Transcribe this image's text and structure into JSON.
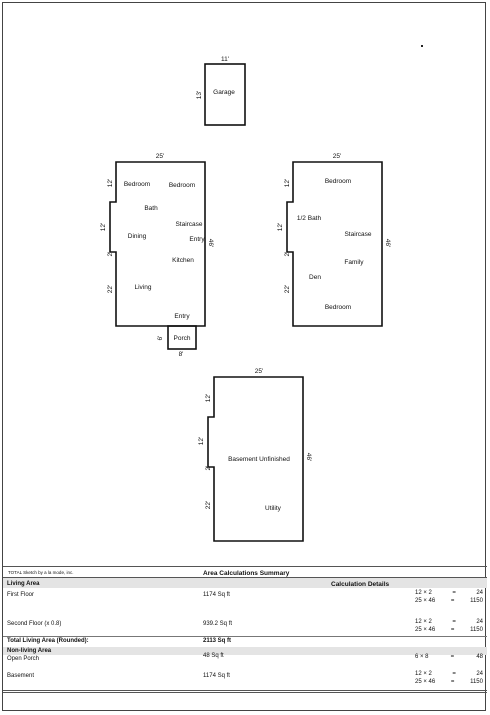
{
  "plan": {
    "garage": {
      "label": "Garage",
      "width_label": "11'",
      "depth_label": "13'"
    },
    "first_floor": {
      "top_dim": "25'",
      "left_dims": [
        "12'",
        "12'",
        "2'",
        "22'"
      ],
      "right_dim": "46'",
      "rooms": [
        "Bedroom",
        "Bedroom",
        "Bath",
        "Staircase",
        "Entry",
        "Dining",
        "Kitchen",
        "Living",
        "Entry"
      ],
      "porch": {
        "label": "Porch",
        "side_dim": "6'",
        "bottom_dim": "8'"
      }
    },
    "second_floor": {
      "top_dim": "25'",
      "left_dims": [
        "12'",
        "12'",
        "2'",
        "22'"
      ],
      "right_dim": "46'",
      "rooms": [
        "Bedroom",
        "1/2 Bath",
        "Staircase",
        "Family",
        "Den",
        "Bedroom"
      ]
    },
    "basement": {
      "top_dim": "25'",
      "left_dims": [
        "12'",
        "12'",
        "2'",
        "22'"
      ],
      "right_dim": "46'",
      "rooms": [
        "Basement Unfinished",
        "Utility"
      ]
    }
  },
  "summary": {
    "software_note": "TOTAL Sketch by a la mode, inc.",
    "title": "Area Calculations Summary",
    "living_area_header": "Living Area",
    "calc_header": "Calculation Details",
    "rows": [
      {
        "label": "First Floor",
        "area": "1174 Sq ft",
        "calc": [
          [
            "12 × 2",
            "=",
            "24"
          ],
          [
            "25 × 46",
            "=",
            "1150"
          ]
        ]
      },
      {
        "label": "Second Floor (x 0.8)",
        "area": "939.2 Sq ft",
        "calc": [
          [
            "12 × 2",
            "=",
            "24"
          ],
          [
            "25 × 46",
            "=",
            "1150"
          ]
        ]
      }
    ],
    "total_label": "Total Living Area (Rounded):",
    "total_value": "2113 Sq ft",
    "non_living_header": "Non-living Area",
    "non_living_rows": [
      {
        "label": "Open Porch",
        "area": "48 Sq ft",
        "calc": [
          [
            "6 × 8",
            "=",
            "48"
          ]
        ]
      },
      {
        "label": "Basement",
        "area": "1174 Sq ft",
        "calc": [
          [
            "12 × 2",
            "=",
            "24"
          ],
          [
            "25 × 46",
            "=",
            "1150"
          ]
        ]
      }
    ]
  }
}
